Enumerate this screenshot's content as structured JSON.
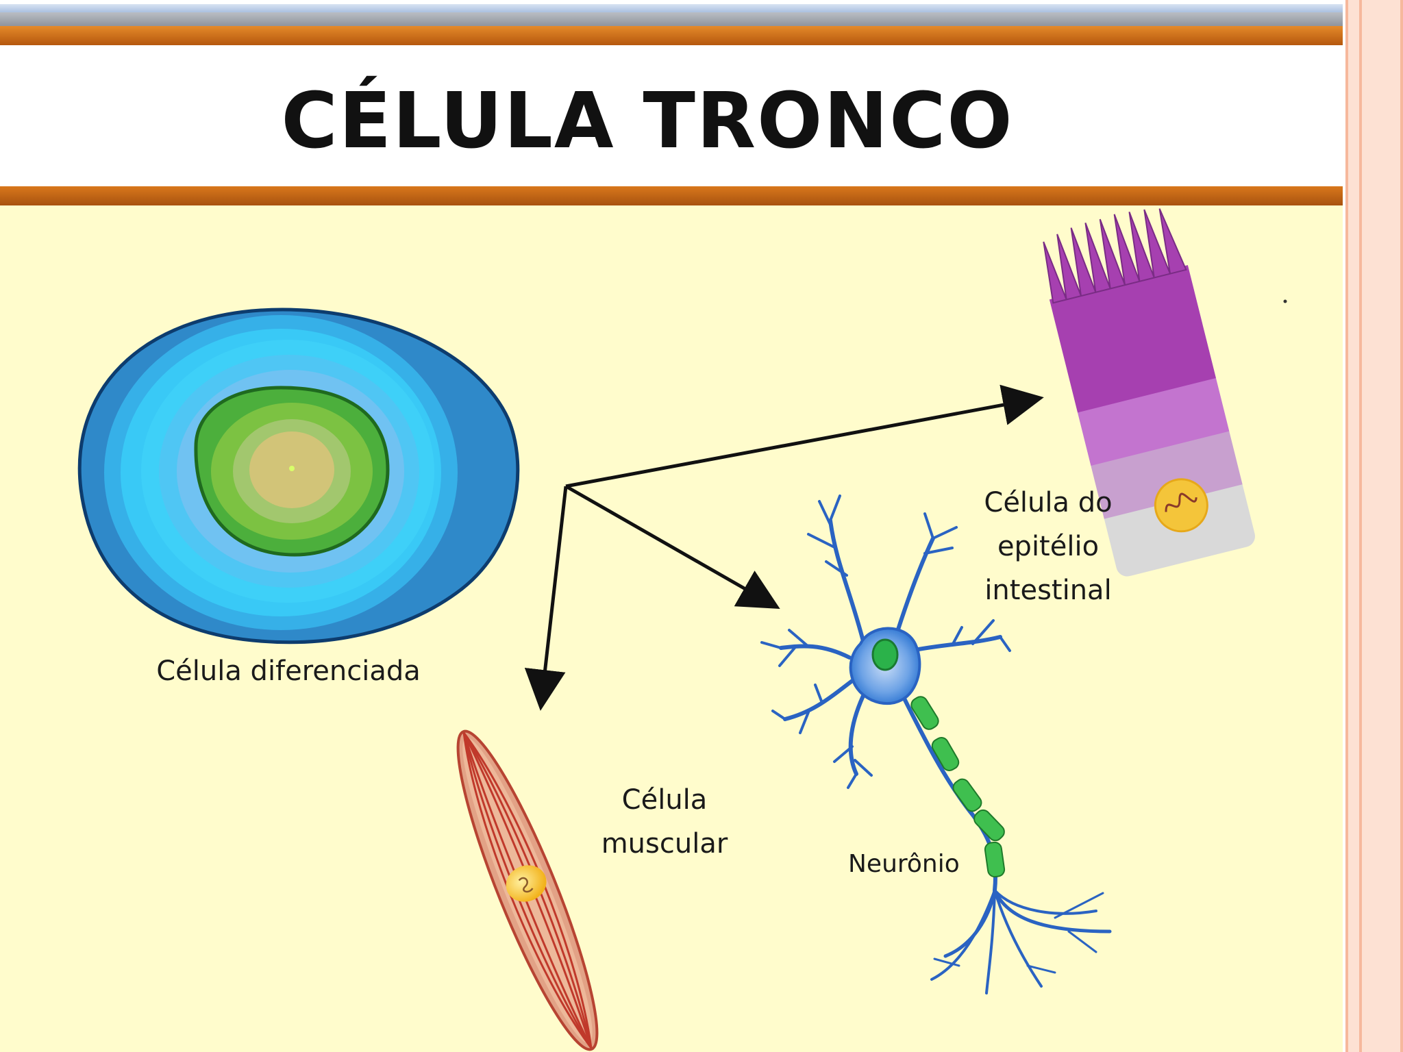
{
  "title": "CÉLULA TRONCO",
  "labels": {
    "differentiated_cell": "Célula diferenciada",
    "muscle_cell_line1": "Célula",
    "muscle_cell_line2": "muscular",
    "epithelial_line1": "Célula do",
    "epithelial_line2": "epitélio",
    "epithelial_line3": "intestinal",
    "neuron": "Neurônio"
  },
  "colors": {
    "header_orange": "#c8641a",
    "background": "#fffccc",
    "cell_blue": "#36c6f4",
    "nucleus_green": "#8bc34a",
    "neuron_blue": "#3b7fd6",
    "myelin_green": "#36b34a",
    "epithelial_purple": "#b54fbd",
    "muscle_red": "#c95a4a"
  }
}
